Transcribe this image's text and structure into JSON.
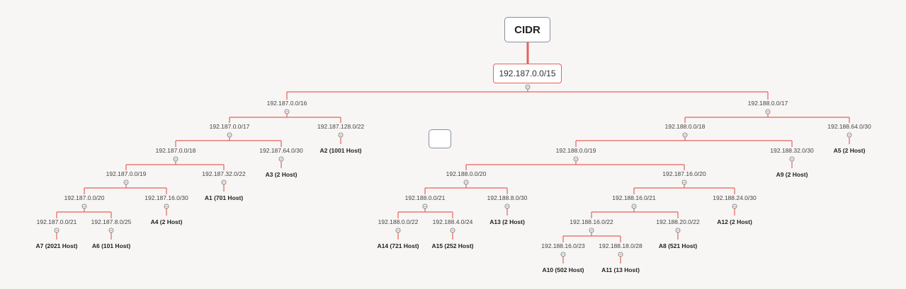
{
  "root": {
    "label": "CIDR"
  },
  "top": {
    "label": "192.187.0.0/15"
  },
  "colors": {
    "line": "#e8625a",
    "knob": "#888888"
  },
  "nodes": [
    {
      "id": "n1",
      "label": "192.187.0.0/16",
      "parent": "top"
    },
    {
      "id": "n2",
      "label": "192.188.0.0/17",
      "parent": "top"
    },
    {
      "id": "n3",
      "label": "192.187.0.0/17",
      "parent": "n1"
    },
    {
      "id": "n4",
      "label": "192.187.128.0/22",
      "parent": "n1"
    },
    {
      "id": "n5",
      "label": "192.187.0.0/18",
      "parent": "n3"
    },
    {
      "id": "n6",
      "label": "192.187.64.0/30",
      "parent": "n3"
    },
    {
      "id": "n7",
      "label": "192.187.0.0/19",
      "parent": "n5"
    },
    {
      "id": "n8",
      "label": "192.187.32.0/22",
      "parent": "n5"
    },
    {
      "id": "n9",
      "label": "192.187.0.0/20",
      "parent": "n7"
    },
    {
      "id": "n10",
      "label": "192.187.16.0/30",
      "parent": "n7"
    },
    {
      "id": "n11",
      "label": "192.187.0.0/21",
      "parent": "n9"
    },
    {
      "id": "n12",
      "label": "192.187.8.0/25",
      "parent": "n9"
    },
    {
      "id": "n13",
      "label": "192.188.0.0/18",
      "parent": "n2"
    },
    {
      "id": "n14",
      "label": "192.188.64.0/30",
      "parent": "n2"
    },
    {
      "id": "n15",
      "label": "192.188.0.0/19",
      "parent": "n13"
    },
    {
      "id": "n16",
      "label": "192.188.32.0/30",
      "parent": "n13"
    },
    {
      "id": "n17",
      "label": "192.188.0.0/20",
      "parent": "n15"
    },
    {
      "id": "n18",
      "label": "192.187.16.0/20",
      "parent": "n15"
    },
    {
      "id": "n19",
      "label": "192.188.0.0/21",
      "parent": "n17"
    },
    {
      "id": "n20",
      "label": "192.188.8.0/30",
      "parent": "n17"
    },
    {
      "id": "n21",
      "label": "192.188.0.0/22",
      "parent": "n19"
    },
    {
      "id": "n22",
      "label": "192.188.4.0/24",
      "parent": "n19"
    },
    {
      "id": "n23",
      "label": "192.188.16.0/21",
      "parent": "n18"
    },
    {
      "id": "n24",
      "label": "192.188.24.0/30",
      "parent": "n18"
    },
    {
      "id": "n25",
      "label": "192.188.16.0/22",
      "parent": "n23"
    },
    {
      "id": "n26",
      "label": "192.188.20.0/22",
      "parent": "n23"
    },
    {
      "id": "n27",
      "label": "192.188.16.0/23",
      "parent": "n25"
    },
    {
      "id": "n28",
      "label": "192.188.18.0/28",
      "parent": "n25"
    }
  ],
  "leaves": [
    {
      "node": "n4",
      "label": "A2 (1001 Host)"
    },
    {
      "node": "n6",
      "label": "A3 (2 Host)"
    },
    {
      "node": "n8",
      "label": "A1 (701 Host)"
    },
    {
      "node": "n10",
      "label": "A4 (2 Host)"
    },
    {
      "node": "n11",
      "label": "A7 (2021 Host)"
    },
    {
      "node": "n12",
      "label": "A6 (101 Host)"
    },
    {
      "node": "n14",
      "label": "A5 (2 Host)"
    },
    {
      "node": "n16",
      "label": "A9 (2 Host)"
    },
    {
      "node": "n20",
      "label": "A13 (2 Host)"
    },
    {
      "node": "n21",
      "label": "A14 (721 Host)"
    },
    {
      "node": "n22",
      "label": "A15 (252 Host)"
    },
    {
      "node": "n24",
      "label": "A12 (2 Host)"
    },
    {
      "node": "n26",
      "label": "A8 (521 Host)"
    },
    {
      "node": "n27",
      "label": "A10 (502 Host)"
    },
    {
      "node": "n28",
      "label": "A11 (13 Host)"
    }
  ]
}
